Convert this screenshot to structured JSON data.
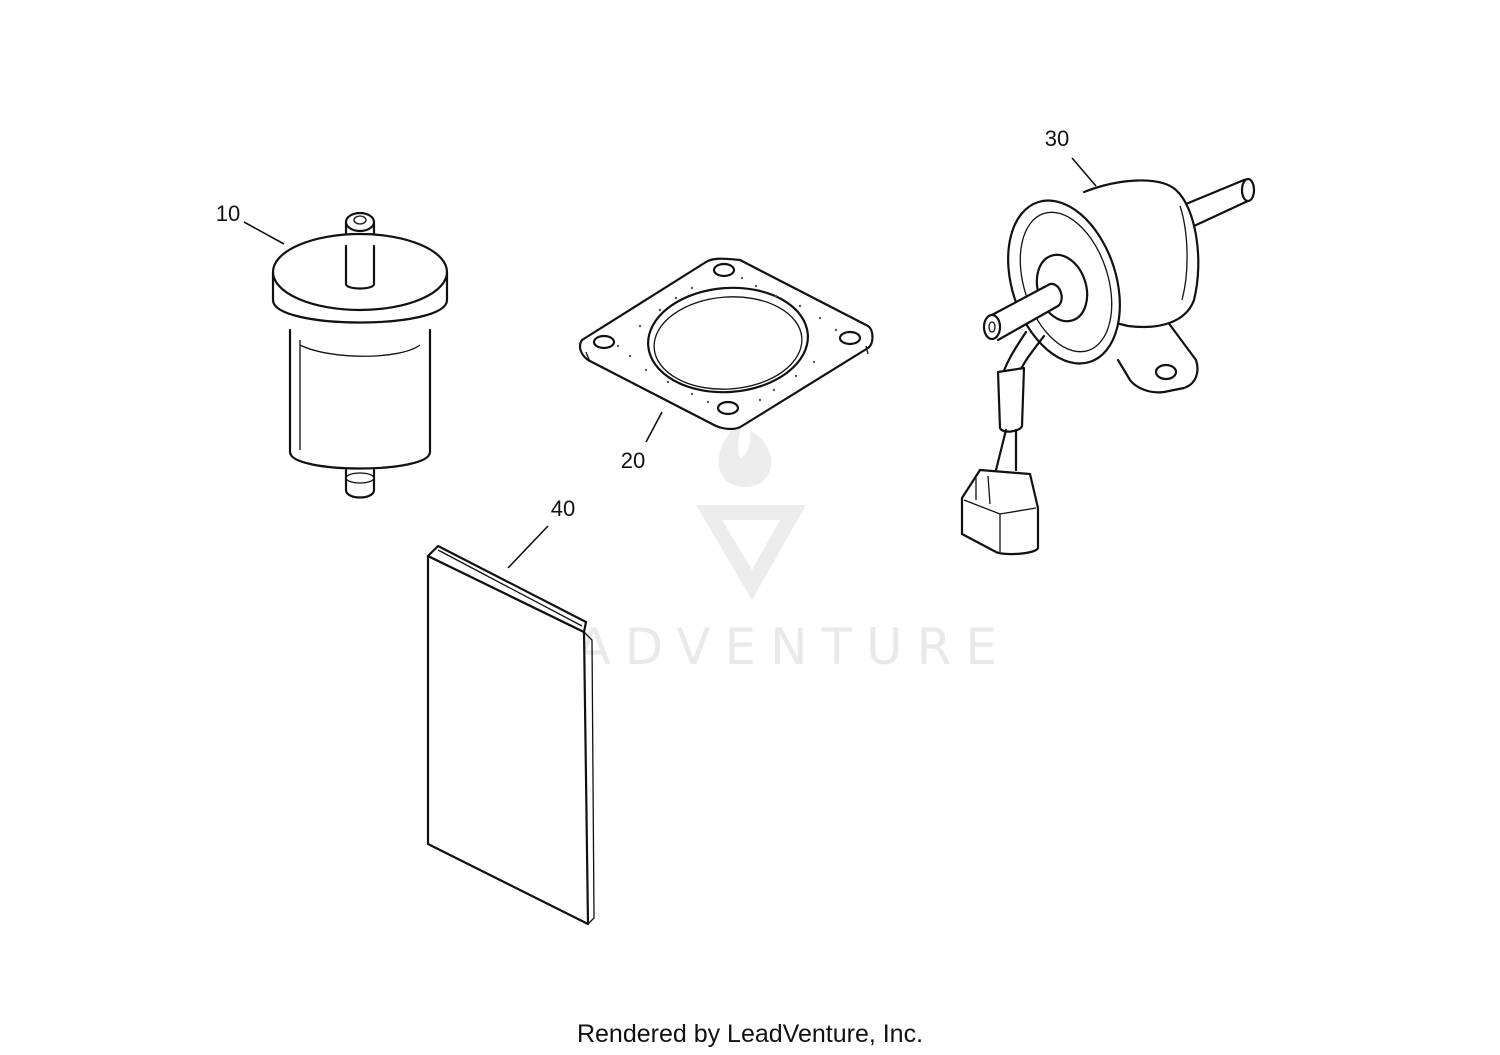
{
  "parts": [
    {
      "callout": "10",
      "icon": "fuel-filter-icon"
    },
    {
      "callout": "20",
      "icon": "gasket-icon"
    },
    {
      "callout": "30",
      "icon": "fuel-pump-icon"
    },
    {
      "callout": "40",
      "icon": "manual-booklet-icon"
    }
  ],
  "watermark": {
    "text": "LEADVENTURE",
    "icon": "leadventure-logo-icon",
    "color": "#e9e9e9"
  },
  "footer": {
    "rendered_by": "Rendered by LeadVenture, Inc."
  }
}
